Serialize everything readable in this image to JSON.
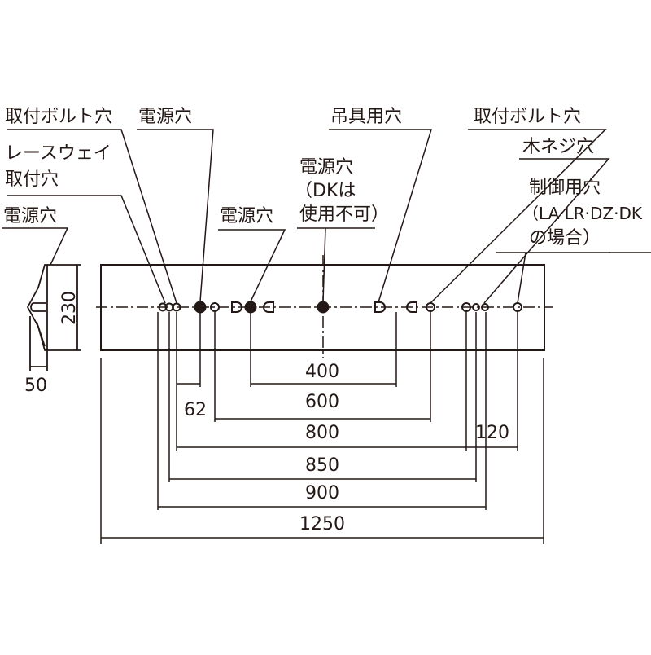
{
  "labels": {
    "bolt_hole_left": "取付ボルト穴",
    "raceway_hole_line1": "レースウェイ",
    "raceway_hole_line2": "取付穴",
    "power_hole_side": "電源穴",
    "power_hole_top": "電源穴",
    "power_hole_mid": "電源穴",
    "power_hole_dk_line1": "電源穴",
    "power_hole_dk_line2": "（DKは",
    "power_hole_dk_line3": "使用不可）",
    "hanger_hole": "吊具用穴",
    "bolt_hole_right": "取付ボルト穴",
    "wood_screw_hole": "木ネジ穴",
    "control_hole_line1": "制御用穴",
    "control_hole_line2": "（LA·LR·DZ·DK",
    "control_hole_line3": "の場合）"
  },
  "dimensions": {
    "height": "230",
    "depth": "50",
    "d62": "62",
    "d400": "400",
    "d600": "600",
    "d800": "800",
    "d120": "120",
    "d850": "850",
    "d900": "900",
    "d1250": "1250"
  },
  "colors": {
    "line": "#231815",
    "fill": "#231815",
    "background": "#ffffff"
  }
}
